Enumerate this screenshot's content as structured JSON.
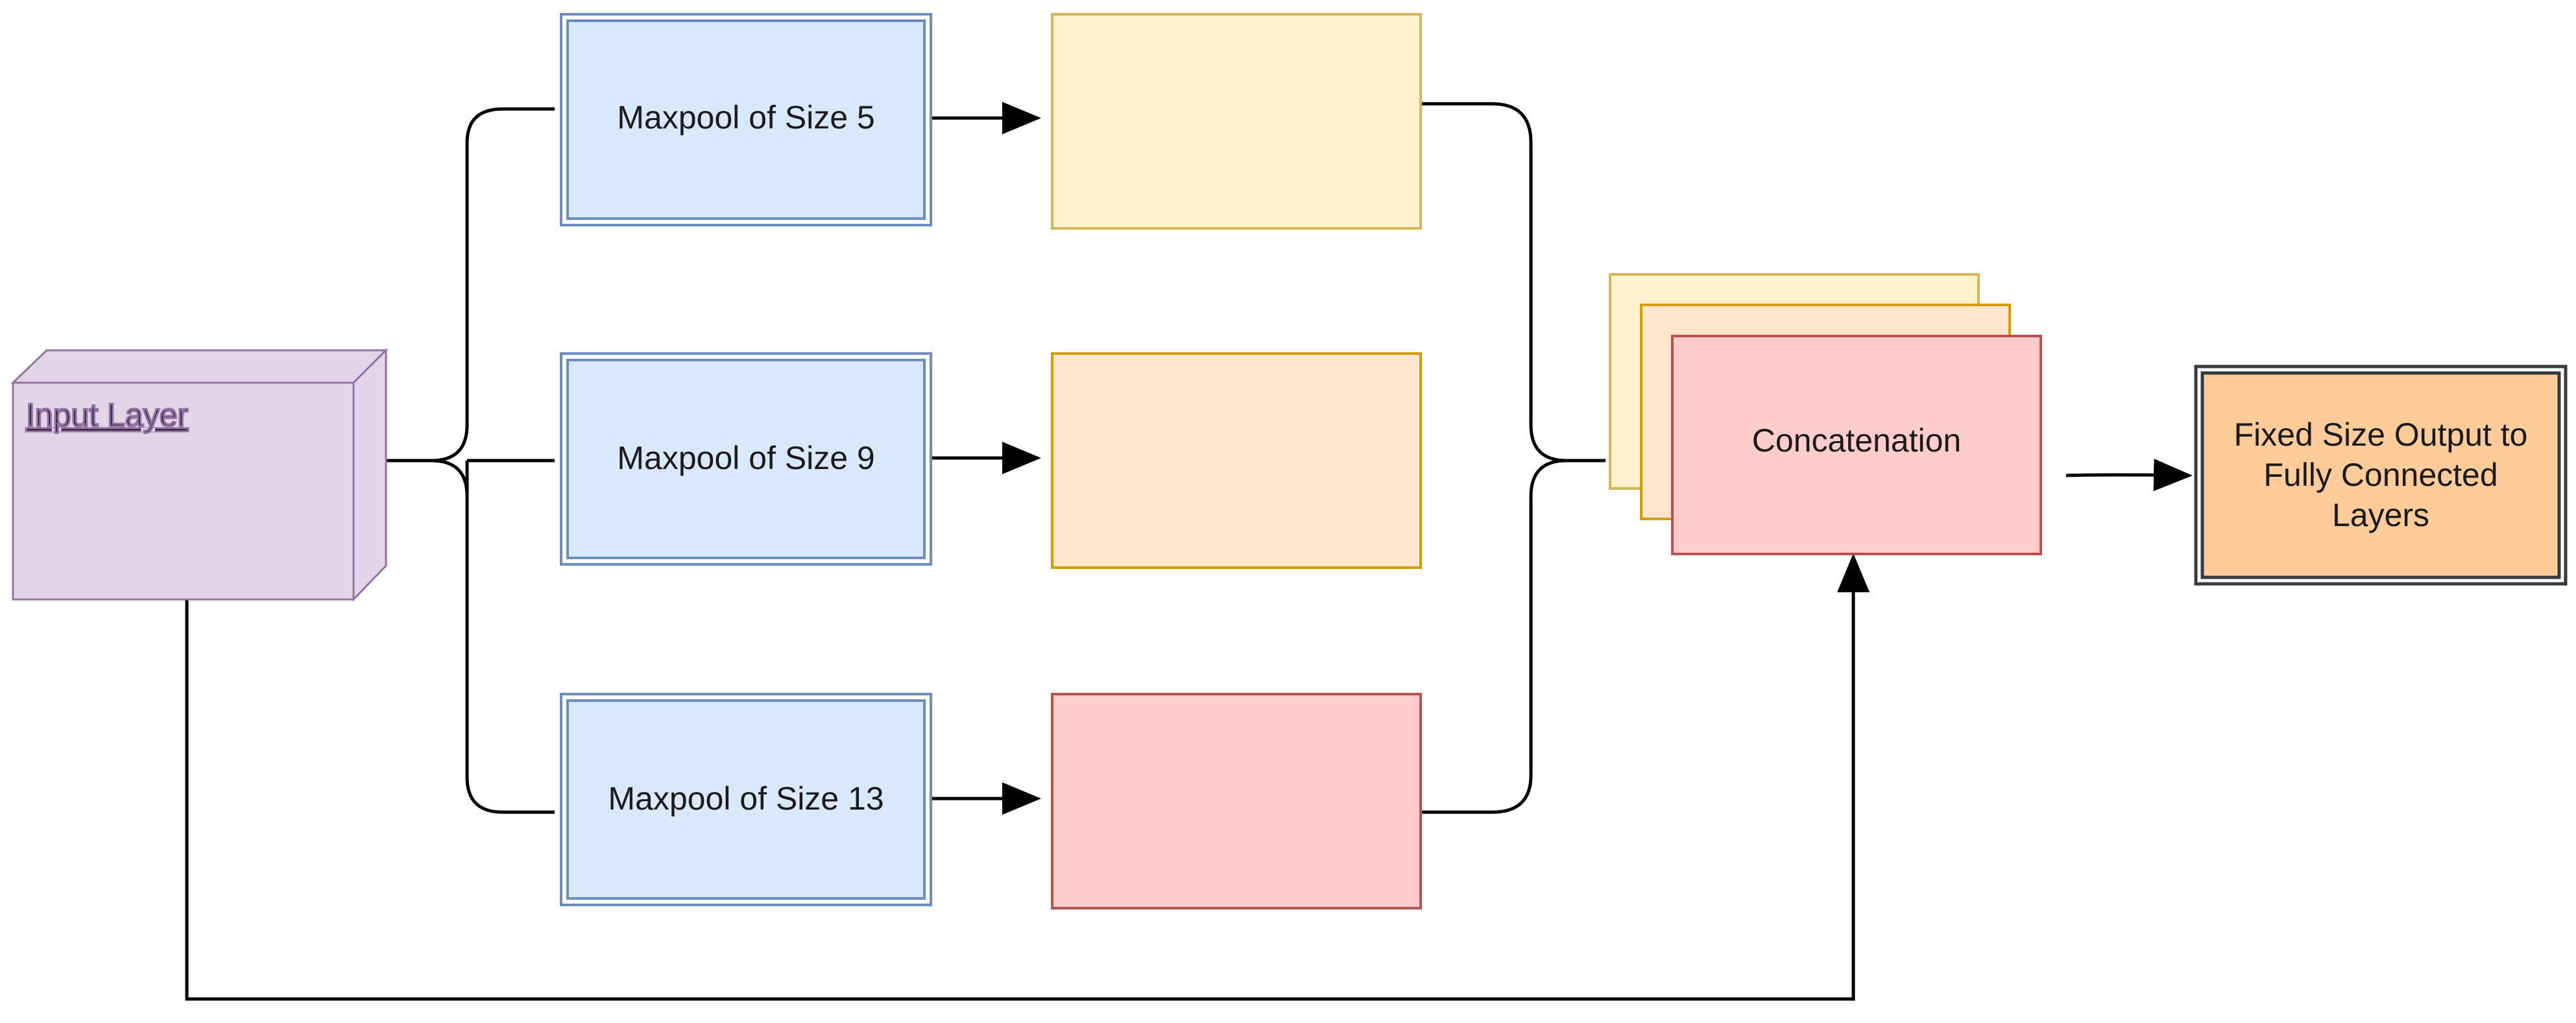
{
  "input_layer": {
    "label": "Input Layer",
    "fill": "#e1d5e7",
    "stroke": "#9673a6"
  },
  "maxpool_blocks": [
    {
      "label": "Maxpool of Size 5"
    },
    {
      "label": "Maxpool of Size 9"
    },
    {
      "label": "Maxpool of Size 13"
    }
  ],
  "maxpool_style": {
    "fill": "#dae8fc",
    "stroke": "#6c8ebf"
  },
  "pooled_outputs": [
    {
      "fill": "#fff2cc",
      "stroke": "#d6b656"
    },
    {
      "fill": "#ffe6cc",
      "stroke": "#d79b00"
    },
    {
      "fill": "#ffcccc",
      "stroke": "#b85450"
    }
  ],
  "concatenation": {
    "label": "Concatenation",
    "stack_fills": [
      "#fff2cc",
      "#ffe6cc",
      "#ffcccc"
    ],
    "stack_strokes": [
      "#d6b656",
      "#d79b00",
      "#b85450"
    ]
  },
  "output": {
    "lines": [
      "Fixed Size Output to",
      "Fully Connected",
      "Layers"
    ],
    "fill": "#ffcc99",
    "stroke": "#36393d"
  },
  "connector_color": "#000000"
}
